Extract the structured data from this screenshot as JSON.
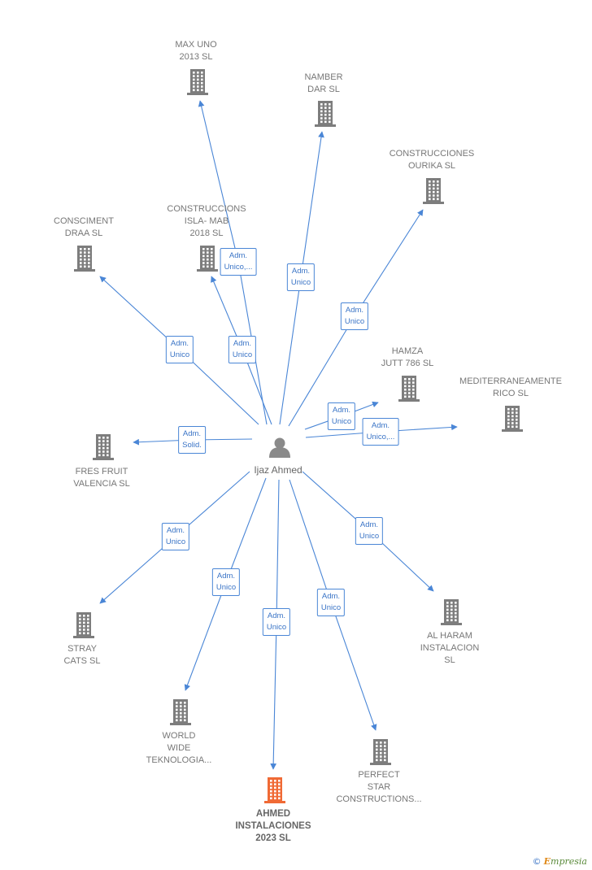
{
  "center": {
    "name": "Ijaz Ahmed",
    "icon": "person-icon",
    "color": "#8a8a8a"
  },
  "colors": {
    "edge": "#4a86d6",
    "company": "#7d7d7d",
    "highlight": "#f06a35",
    "label_text": "#777777"
  },
  "companies": [
    {
      "id": "max-uno",
      "label_lines": [
        "MAX UNO",
        "2013  SL"
      ],
      "relation_lines": [
        "Adm.",
        "Unico,..."
      ]
    },
    {
      "id": "namber-dar",
      "label_lines": [
        "NAMBER",
        "DAR  SL"
      ],
      "relation_lines": [
        "Adm.",
        "Unico"
      ]
    },
    {
      "id": "construcciones-ourika",
      "label_lines": [
        "CONSTRUCCIONES",
        "OURIKA SL"
      ],
      "relation_lines": [
        "Adm.",
        "Unico"
      ]
    },
    {
      "id": "consciment-draa",
      "label_lines": [
        "CONSCIMENT",
        "DRAA SL"
      ],
      "relation_lines": [
        "Adm.",
        "Unico"
      ]
    },
    {
      "id": "construccions-isla-mab",
      "label_lines": [
        "CONSTRUCCIONS",
        "ISLA- MAB",
        "2018  SL"
      ],
      "relation_lines": [
        "Adm.",
        "Unico"
      ]
    },
    {
      "id": "hamza-jutt",
      "label_lines": [
        "HAMZA",
        "JUTT 786  SL"
      ],
      "relation_lines": [
        "Adm.",
        "Unico"
      ]
    },
    {
      "id": "mediterraneamente-rico",
      "label_lines": [
        "MEDITERRANEAMENTE",
        "RICO  SL"
      ],
      "relation_lines": [
        "Adm.",
        "Unico,..."
      ]
    },
    {
      "id": "fres-fruit-valencia",
      "label_lines": [
        "FRES FRUIT",
        "VALENCIA  SL"
      ],
      "relation_lines": [
        "Adm.",
        "Solid."
      ]
    },
    {
      "id": "stray-cats",
      "label_lines": [
        "STRAY",
        "CATS SL"
      ],
      "relation_lines": [
        "Adm.",
        "Unico"
      ]
    },
    {
      "id": "al-haram-instalacion",
      "label_lines": [
        "AL HARAM",
        "INSTALACION",
        "SL"
      ],
      "relation_lines": [
        "Adm.",
        "Unico"
      ]
    },
    {
      "id": "world-wide-teknologia",
      "label_lines": [
        "WORLD",
        "WIDE",
        "TEKNOLOGIA..."
      ],
      "relation_lines": [
        "Adm.",
        "Unico"
      ]
    },
    {
      "id": "ahmed-instalaciones-2023",
      "label_lines": [
        "AHMED",
        "INSTALACIONES",
        "2023  SL"
      ],
      "relation_lines": [
        "Adm.",
        "Unico"
      ],
      "highlight": true
    },
    {
      "id": "perfect-star-constructions",
      "label_lines": [
        "PERFECT",
        "STAR",
        "CONSTRUCTIONS..."
      ],
      "relation_lines": [
        "Adm.",
        "Unico"
      ]
    }
  ],
  "footer": {
    "copyright_symbol": "©",
    "brand_initial": "E",
    "brand_rest": "mpresia"
  }
}
